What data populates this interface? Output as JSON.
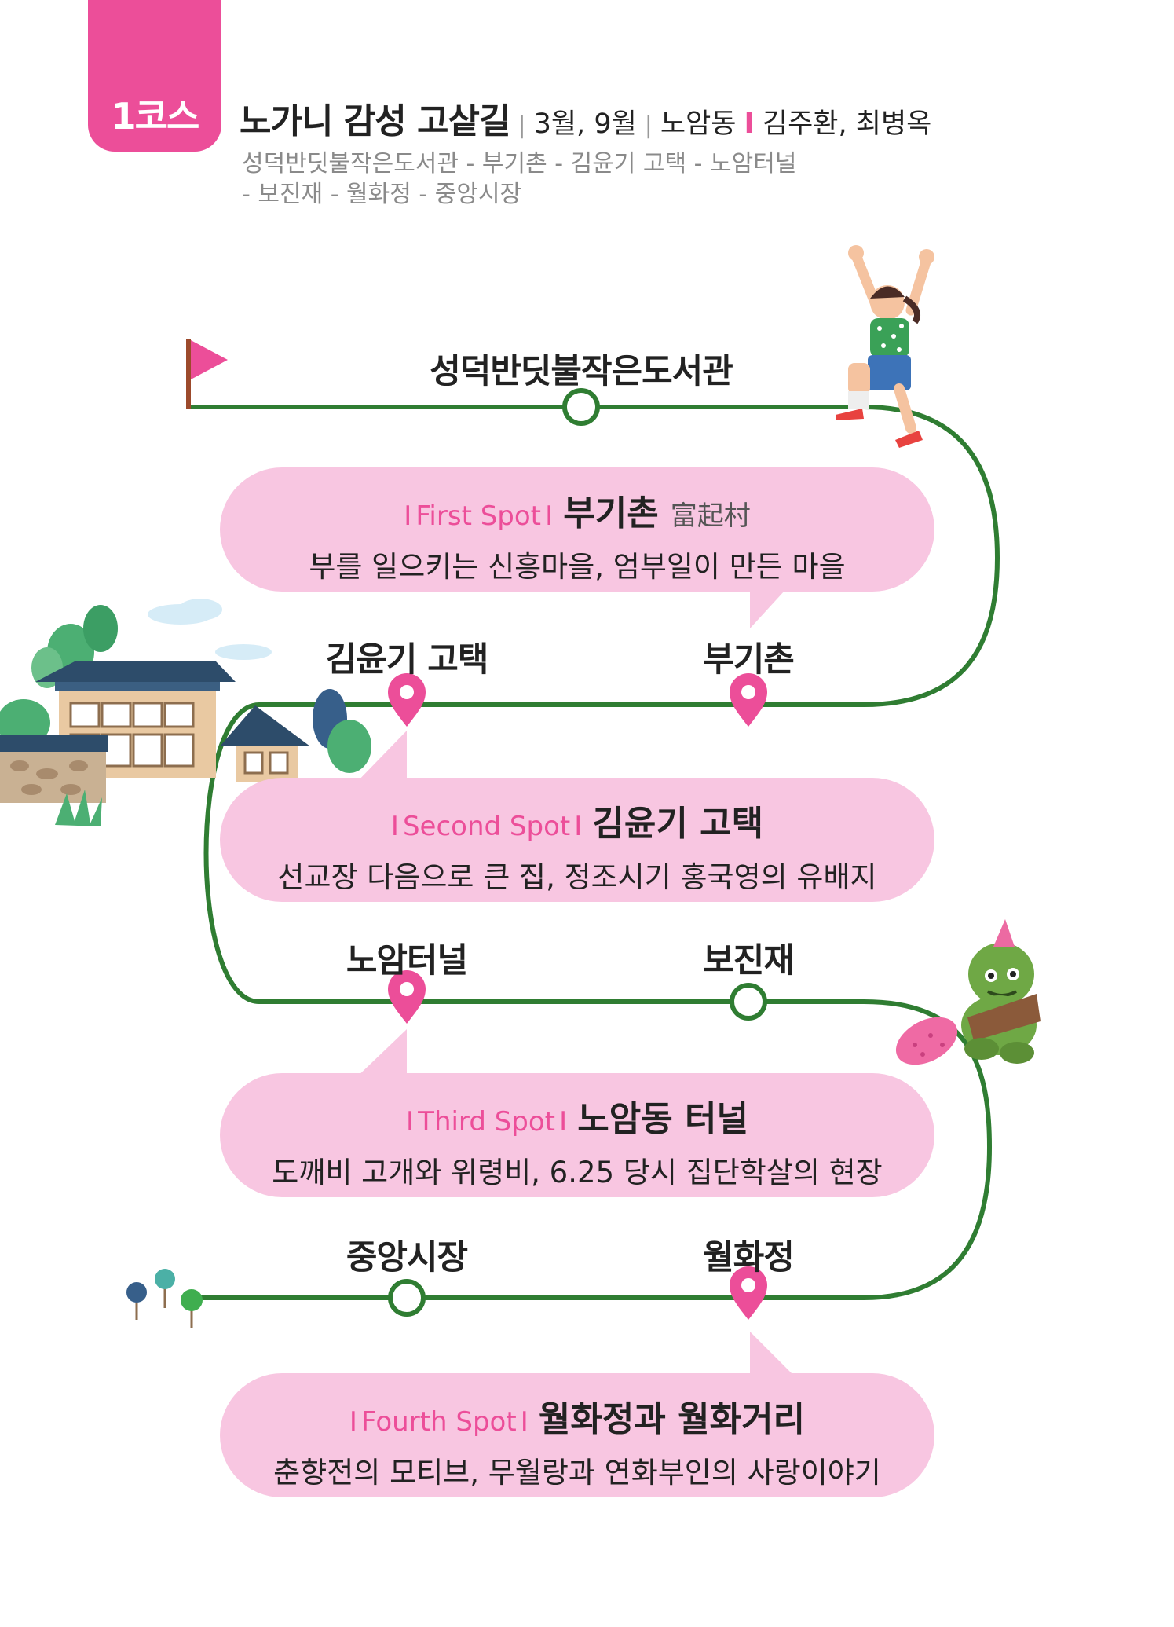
{
  "header": {
    "badge": "1코스",
    "title": "노가니 감성 고샅길",
    "sep": "|",
    "months": "3월, 9월",
    "area": "노암동",
    "sep_pink": "I",
    "guides": "김주환, 최병옥",
    "route_line1": "성덕반딧불작은도서관 - 부기촌 - 김윤기 고택 - 노암터널",
    "route_line2": "- 보진재 - 월화정 - 중앙시장"
  },
  "stops": {
    "start": "성덕반딧불작은도서관",
    "bugichon": "부기촌",
    "kimyungi": "김윤기 고택",
    "noam_tunnel": "노암터널",
    "bojinjae": "보진재",
    "wolhwajeong": "월화정",
    "jungang": "중앙시장"
  },
  "spots": [
    {
      "bar_open": "I",
      "label": "First Spot",
      "bar_close": "I",
      "name": "부기촌",
      "hanja": "富起村",
      "desc": "부를 일으키는 신흥마을, 엄부일이 만든 마을"
    },
    {
      "bar_open": "I",
      "label": "Second Spot",
      "bar_close": "I",
      "name": "김윤기 고택",
      "hanja": "",
      "desc": "선교장 다음으로 큰 집, 정조시기 홍국영의 유배지"
    },
    {
      "bar_open": "I",
      "label": "Third Spot",
      "bar_close": "I",
      "name": "노암동 터널",
      "hanja": "",
      "desc": "도깨비 고개와 위령비, 6.25 당시 집단학살의 현장"
    },
    {
      "bar_open": "I",
      "label": "Fourth Spot",
      "bar_close": "I",
      "name": "월화정과 월화거리",
      "hanja": "",
      "desc": "춘향전의 모티브, 무월랑과 연화부인의 사랑이야기"
    }
  ],
  "colors": {
    "accent": "#ec4e99",
    "route": "#2f7d32",
    "bubble": "#f8c6e1"
  },
  "icons": [
    "start-flag-icon",
    "map-pin-icon",
    "waypoint-circle-icon",
    "traditional-house-illustration",
    "cheering-girl-illustration",
    "goblin-illustration",
    "trees-icon"
  ]
}
